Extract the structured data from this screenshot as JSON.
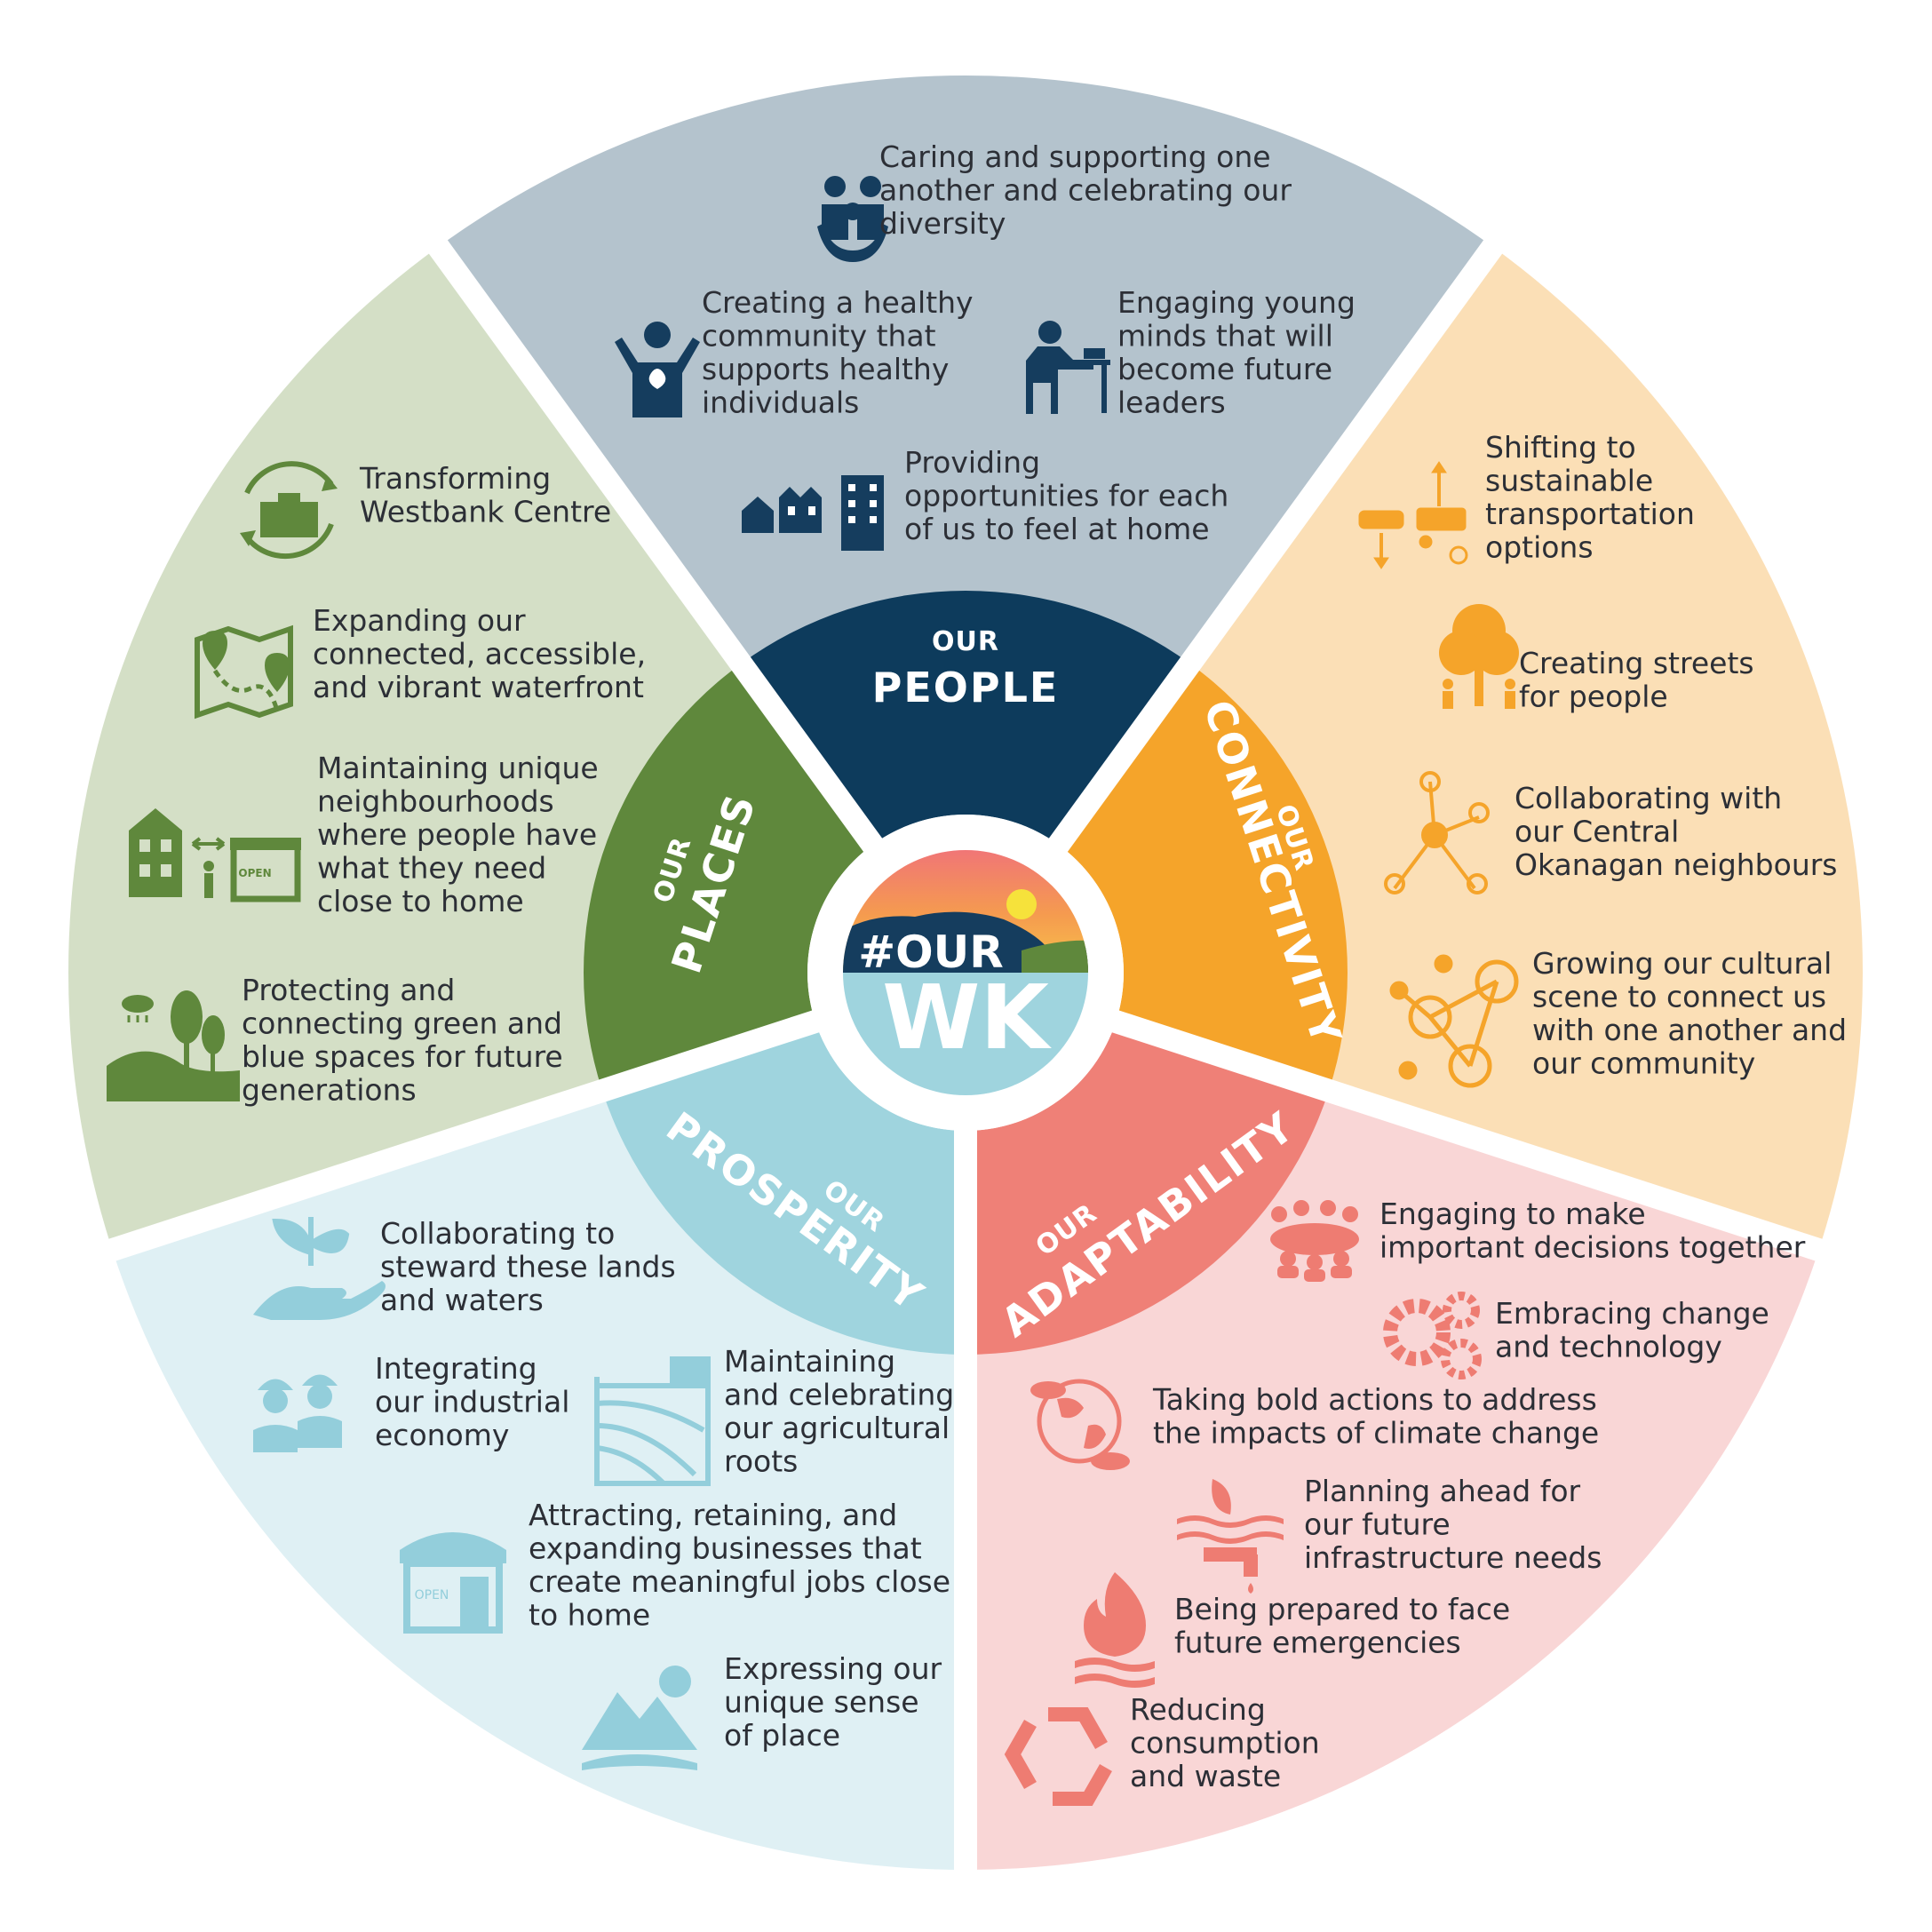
{
  "colors": {
    "people": {
      "outer": "#b4c3cd",
      "inner": "#0d3b5c",
      "icon": "#153d5e"
    },
    "connectivity": {
      "outer": "#fbdfb6",
      "inner": "#f5a42a",
      "icon": "#f5a42a"
    },
    "adaptability": {
      "outer": "#f9d6d6",
      "inner": "#ef8077",
      "icon": "#ee7c72"
    },
    "prosperity": {
      "outer": "#dff0f4",
      "inner": "#9fd4de",
      "icon": "#93cedb"
    },
    "places": {
      "outer": "#d4dfc6",
      "inner": "#5f883c",
      "icon": "#5f883c"
    }
  },
  "logo": {
    "line1": "#OUR",
    "line2": "WK"
  },
  "sectors": {
    "people": {
      "label_small": "OUR",
      "label_big": "PEOPLE",
      "items": [
        {
          "icon": "family-hands-icon",
          "lines": [
            "Caring and supporting one",
            "another and celebrating our",
            "diversity"
          ]
        },
        {
          "icon": "healthy-person-icon",
          "lines": [
            "Creating a healthy",
            "community that",
            "supports healthy",
            "individuals"
          ]
        },
        {
          "icon": "student-desk-icon",
          "lines": [
            "Engaging young",
            "minds that will",
            "become future",
            "leaders"
          ]
        },
        {
          "icon": "housing-icon",
          "lines": [
            "Providing",
            "opportunities for each",
            "of us to feel at home"
          ]
        }
      ]
    },
    "connectivity": {
      "label_small": "OUR",
      "label_big": "CONNECTIVITY",
      "items": [
        {
          "icon": "transportation-icon",
          "lines": [
            "Shifting to",
            "sustainable",
            "transportation",
            "options"
          ]
        },
        {
          "icon": "tree-people-icon",
          "lines": [
            "Creating streets",
            "for people"
          ]
        },
        {
          "icon": "network-pins-icon",
          "lines": [
            "Collaborating with",
            "our Central",
            "Okanagan neighbours"
          ]
        },
        {
          "icon": "people-network-icon",
          "lines": [
            "Growing our cultural",
            "scene to connect us",
            "with one another and",
            "our community"
          ]
        }
      ]
    },
    "adaptability": {
      "label_small": "OUR",
      "label_big": "ADAPTABILITY",
      "items": [
        {
          "icon": "group-table-icon",
          "lines": [
            "Engaging to make",
            "important decisions together"
          ]
        },
        {
          "icon": "gears-icon",
          "lines": [
            "Embracing change",
            "and technology"
          ]
        },
        {
          "icon": "climate-globe-icon",
          "lines": [
            "Taking bold actions to address",
            "the impacts of climate change"
          ]
        },
        {
          "icon": "infrastructure-pipe-icon",
          "lines": [
            "Planning ahead for",
            "our future",
            "infrastructure needs"
          ]
        },
        {
          "icon": "fire-icon",
          "lines": [
            "Being prepared to face",
            "future emergencies"
          ]
        },
        {
          "icon": "recycle-icon",
          "lines": [
            "Reducing",
            "consumption",
            "and waste"
          ]
        }
      ]
    },
    "prosperity": {
      "label_small": "OUR",
      "label_big": "PROSPERITY",
      "items": [
        {
          "icon": "hand-plant-icon",
          "lines": [
            "Collaborating to",
            "steward these lands",
            "and waters"
          ]
        },
        {
          "icon": "workers-icon",
          "lines": [
            "Integrating",
            "our industrial",
            "economy"
          ]
        },
        {
          "icon": "farm-icon",
          "lines": [
            "Maintaining",
            "and celebrating",
            "our agricultural",
            "roots"
          ]
        },
        {
          "icon": "storefront-icon",
          "icon_text": "OPEN",
          "lines": [
            "Attracting, retaining, and",
            "expanding businesses that",
            "create meaningful jobs close",
            "to home"
          ]
        },
        {
          "icon": "mountains-icon",
          "lines": [
            "Expressing our",
            "unique sense",
            "of place"
          ]
        }
      ]
    },
    "places": {
      "label_small": "OUR",
      "label_big": "PLACES",
      "items": [
        {
          "icon": "town-centre-cycle-icon",
          "lines": [
            "Transforming",
            "Westbank Centre"
          ]
        },
        {
          "icon": "waterfront-map-icon",
          "lines": [
            "Expanding our",
            "connected, accessible,",
            "and vibrant waterfront"
          ]
        },
        {
          "icon": "neighbourhood-icon",
          "icon_text": "OPEN",
          "lines": [
            "Maintaining unique",
            "neighbourhoods",
            "where people have",
            "what they need",
            "close to home"
          ]
        },
        {
          "icon": "green-spaces-icon",
          "lines": [
            "Protecting and",
            "connecting green and",
            "blue spaces for future",
            "generations"
          ]
        }
      ]
    }
  }
}
